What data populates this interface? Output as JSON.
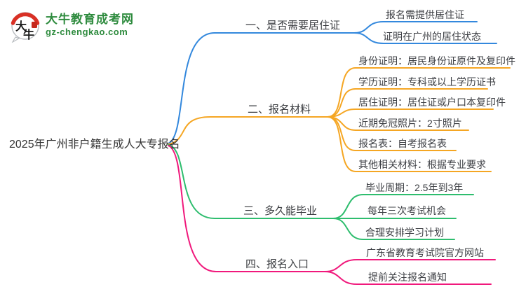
{
  "logo": {
    "site_name": "大牛教育成考网",
    "site_domain": "gz-chengkao.com",
    "icon_text_top": "大",
    "icon_text_bottom": "牛",
    "brand_green": "#2e8b3e",
    "icon_red": "#d93025"
  },
  "root": {
    "label": "2025年广州非户籍生成人大专报名"
  },
  "colors": {
    "branch_1": "#3388dd",
    "branch_2": "#f5a623",
    "branch_3": "#2ebd6e",
    "branch_4": "#f0197c",
    "node_text": "#3e4045"
  },
  "branches": [
    {
      "label": "一、是否需要居住证",
      "color": "#3388dd",
      "children": [
        {
          "label": "报名需提供居住证"
        },
        {
          "label": "证明在广州的居住状态"
        }
      ]
    },
    {
      "label": "二、报名材料",
      "color": "#f5a623",
      "children": [
        {
          "label": "身份证明：居民身份证原件及复印件"
        },
        {
          "label": "学历证明：专科或以上学历证书"
        },
        {
          "label": "居住证明：居住证或户口本复印件"
        },
        {
          "label": "近期免冠照片：2寸照片"
        },
        {
          "label": "报名表：自考报名表"
        },
        {
          "label": "其他相关材料：根据专业要求"
        }
      ]
    },
    {
      "label": "三、多久能毕业",
      "color": "#2ebd6e",
      "children": [
        {
          "label": "毕业周期：2.5年到3年"
        },
        {
          "label": "每年三次考试机会"
        },
        {
          "label": "合理安排学习计划"
        }
      ]
    },
    {
      "label": "四、报名入口",
      "color": "#f0197c",
      "children": [
        {
          "label": "广东省教育考试院官方网站"
        },
        {
          "label": "提前关注报名通知"
        }
      ]
    }
  ]
}
